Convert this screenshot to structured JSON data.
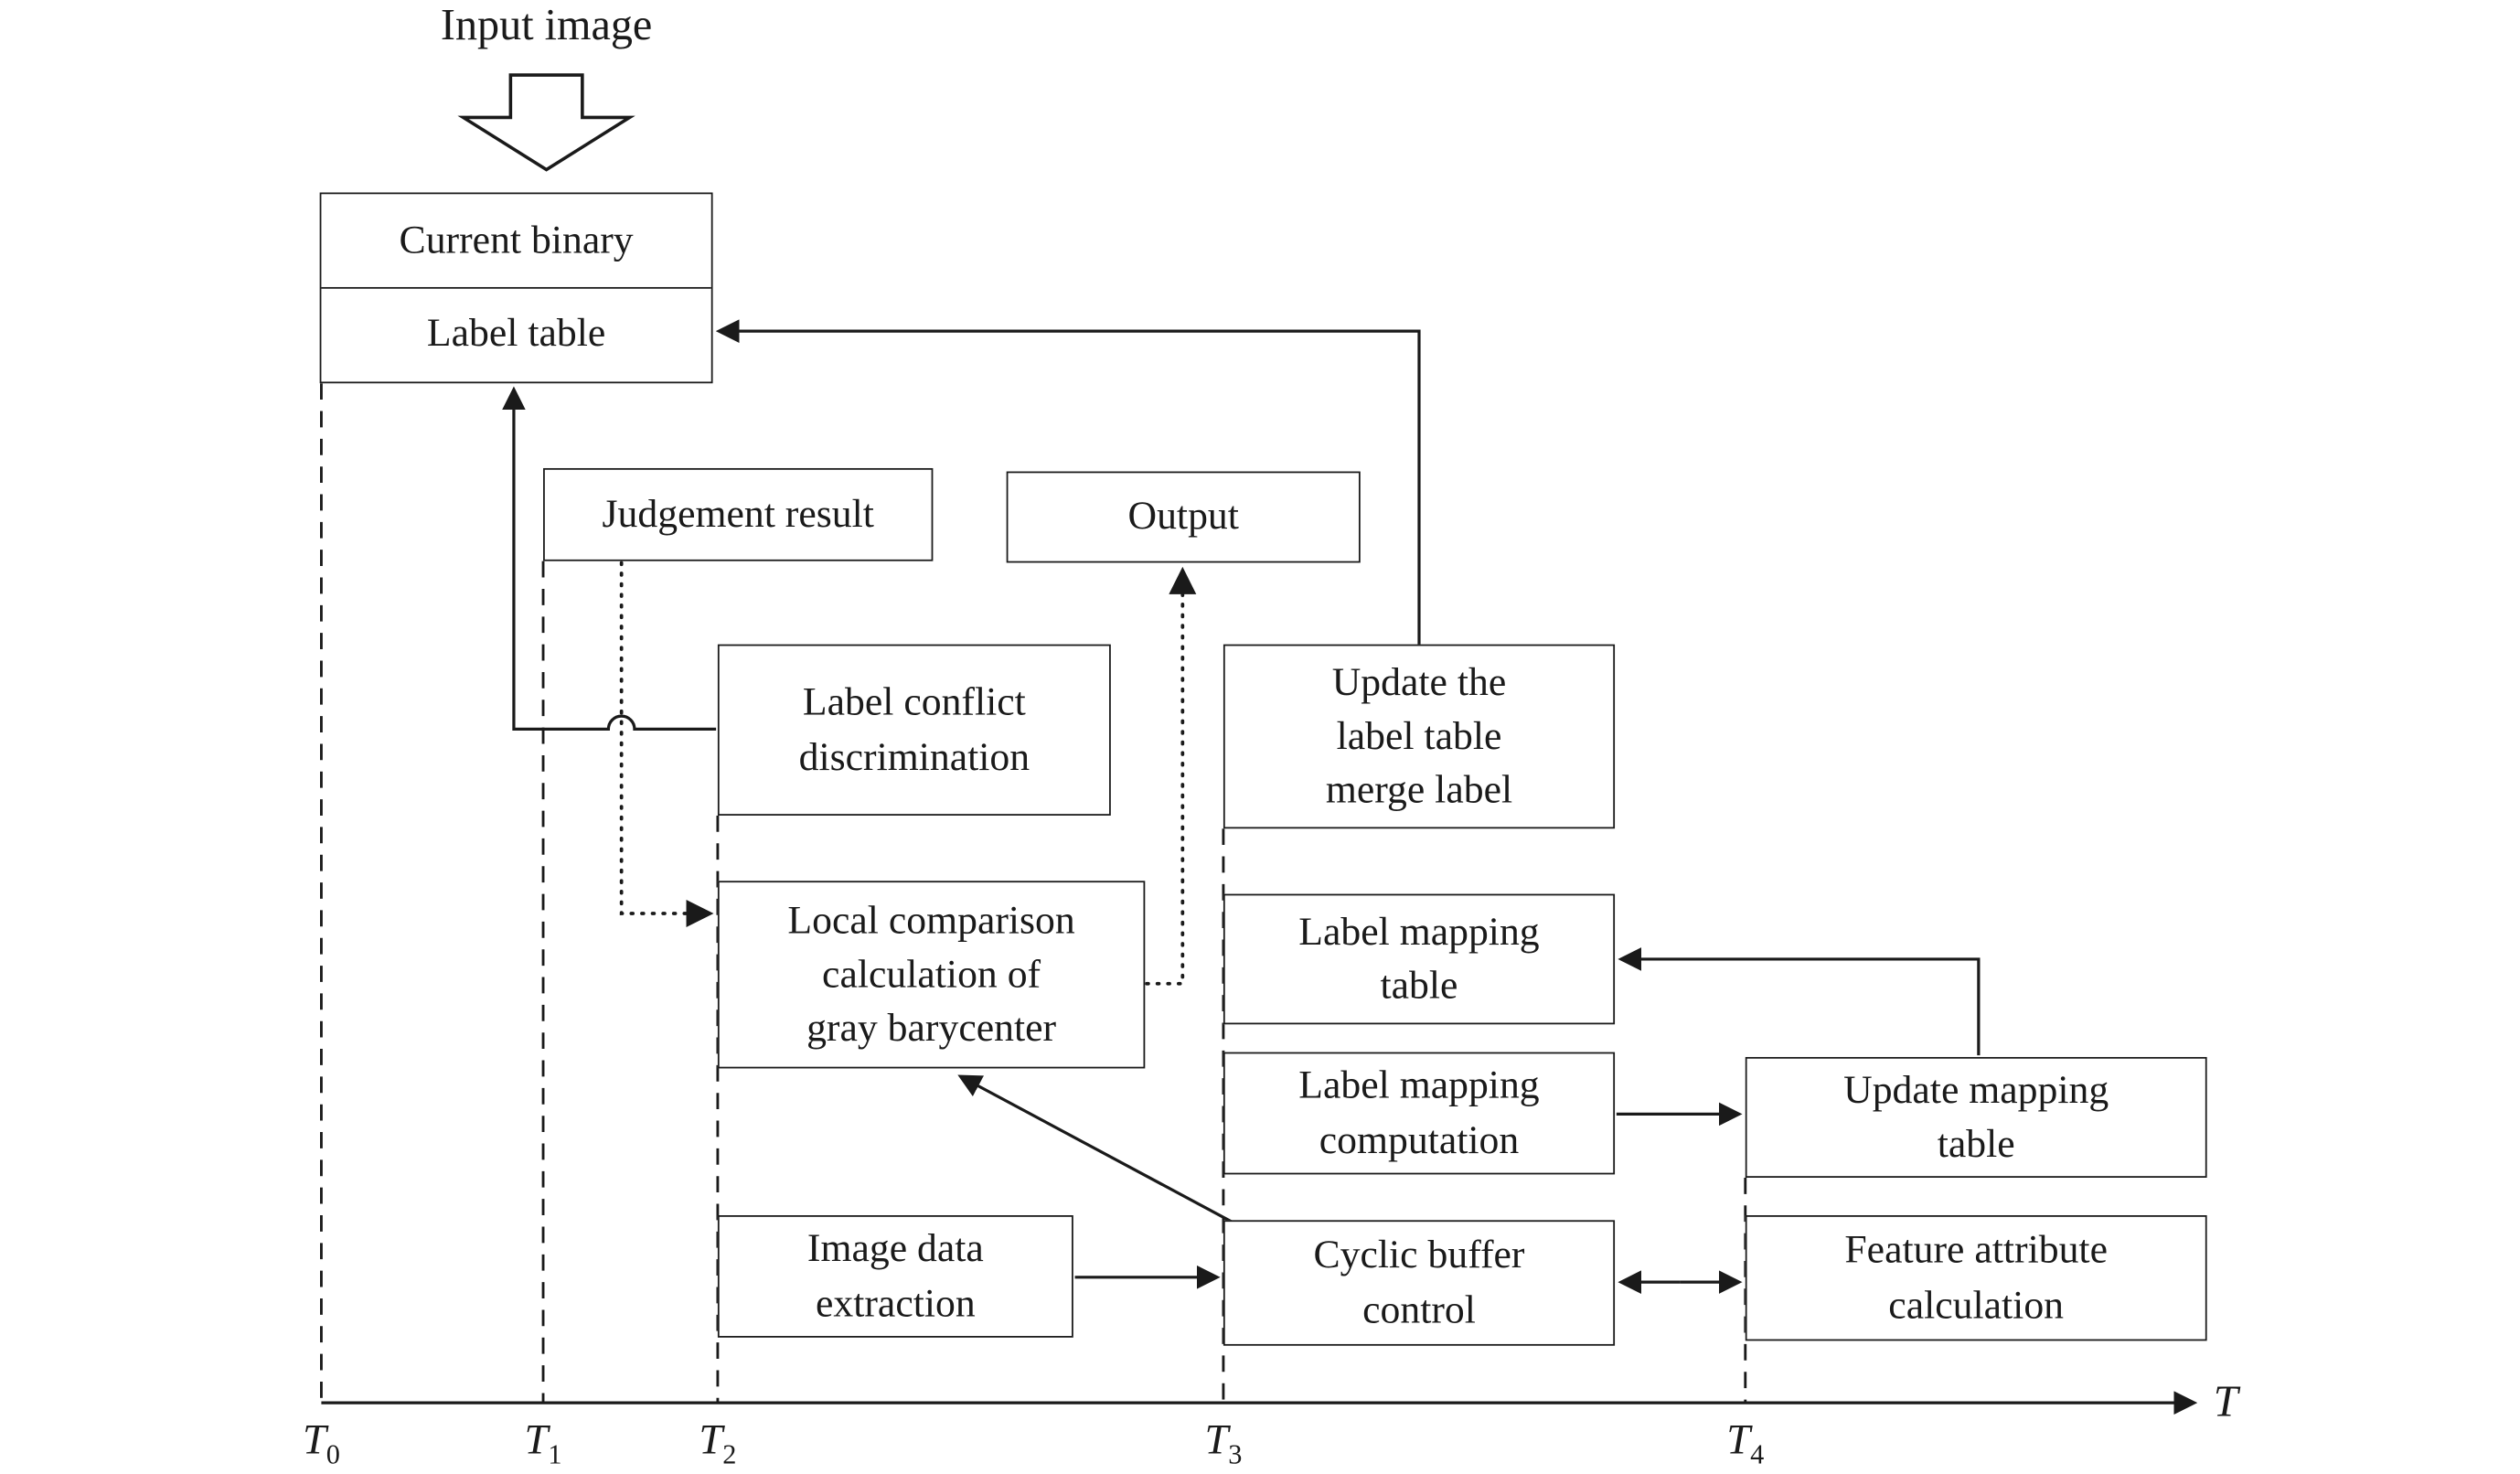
{
  "labels": {
    "input_image": "Input image"
  },
  "boxes": {
    "current_binary": "Current binary",
    "label_table": "Label table",
    "judgement_result": "Judgement result",
    "output": "Output",
    "label_conflict_discrimination": "Label conflict\ndiscrimination",
    "update_label_table": "Update the\nlabel table\nmerge label",
    "local_comparison": "Local comparison\ncalculation of\ngray barycenter",
    "label_mapping_table": "Label mapping\ntable",
    "label_mapping_computation": "Label mapping\ncomputation",
    "update_mapping_table": "Update mapping\ntable",
    "image_data_extraction": "Image data\nextraction",
    "cyclic_buffer_control": "Cyclic buffer\ncontrol",
    "feature_attribute_calculation": "Feature attribute\ncalculation"
  },
  "timeline": {
    "axis_label": "T",
    "ticks": [
      {
        "base": "T",
        "sub": "0"
      },
      {
        "base": "T",
        "sub": "1"
      },
      {
        "base": "T",
        "sub": "2"
      },
      {
        "base": "T",
        "sub": "3"
      },
      {
        "base": "T",
        "sub": "4"
      }
    ]
  },
  "colors": {
    "stroke": "#1a1a1a",
    "background": "#ffffff"
  }
}
